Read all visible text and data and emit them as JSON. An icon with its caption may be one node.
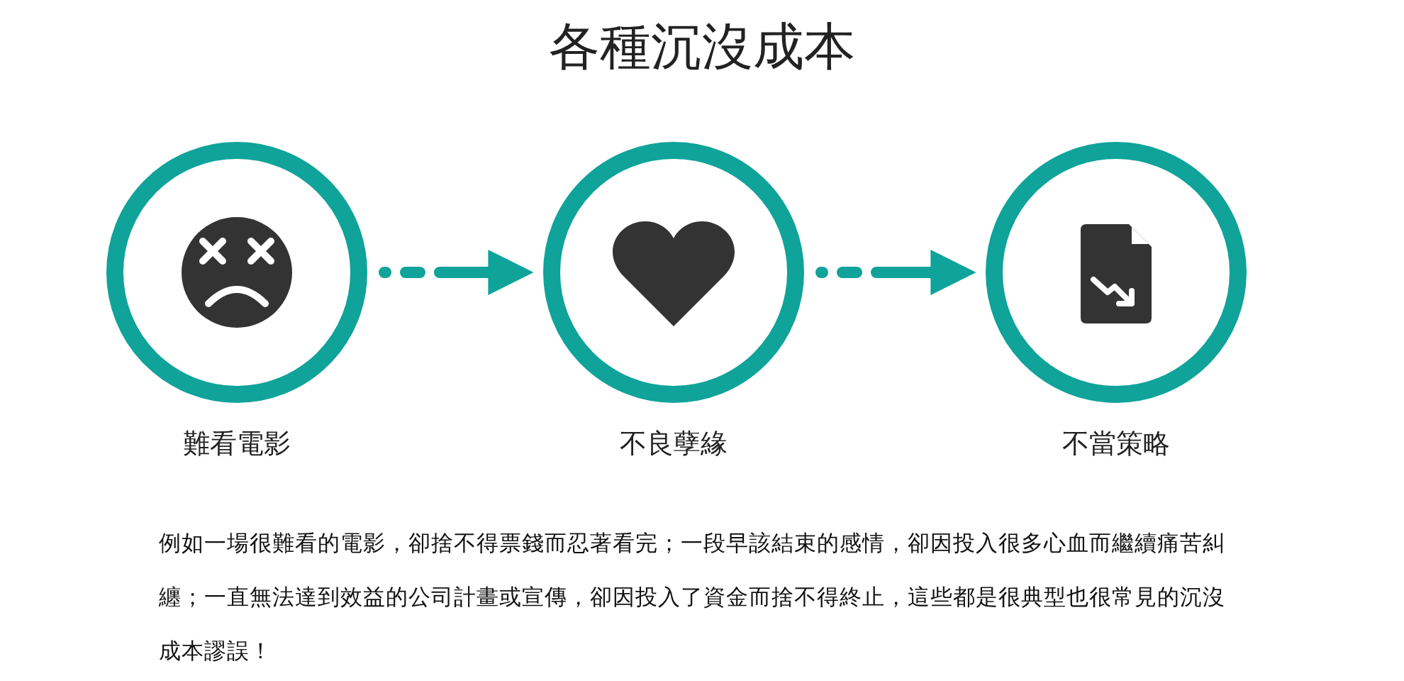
{
  "diagram": {
    "title": "各種沉沒成本",
    "nodes": [
      {
        "text": [
          "難看電影"
        ]
      },
      {
        "text": [
          "不良孽緣"
        ]
      },
      {
        "text": [
          "不當策略"
        ]
      }
    ],
    "edges": [
      {
        "from": 0,
        "to": 1,
        "arrow": "to",
        "style": "dashed"
      },
      {
        "from": 1,
        "to": 2,
        "arrow": "to",
        "style": "dashed"
      }
    ],
    "labels": [
      "例如一場很難看的電影，卻捨不得票錢而忍著看完；一段早該結束的感情，卻因投入很多心血而繼續痛苦糾纏；一直無法達到效益的公司計畫或宣傳，卻因投入了資金而捨不得終止，這些都是很典型也很常見的沉沒成本謬誤！"
    ]
  }
}
